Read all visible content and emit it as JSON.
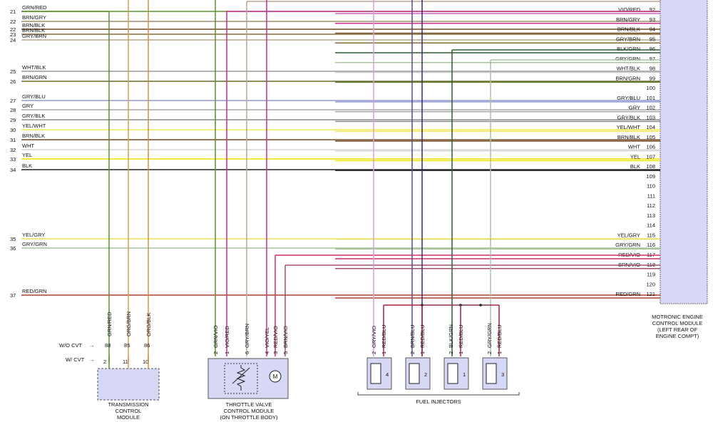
{
  "left_rows": [
    {
      "pin": "21",
      "label": "GRN/RED",
      "color": "#5f8f2f"
    },
    {
      "pin": "22",
      "label": "BRN/GRY",
      "color": "#a08b6b"
    },
    {
      "pin": "22",
      "label": "BRN/BLK",
      "color": "#6f4a22"
    },
    {
      "pin": "23",
      "label": "BRN/BLK",
      "color": "#8a6a3a"
    },
    {
      "pin": "24",
      "label": "GRY/BRN",
      "color": "#b9a88f"
    },
    {
      "pin": "25",
      "label": "WHT/BLK",
      "color": "#999999"
    },
    {
      "pin": "26",
      "label": "BRN/GRN",
      "color": "#6d6a25"
    },
    {
      "pin": "27",
      "label": "GRY/BLU",
      "color": "#8f9acc"
    },
    {
      "pin": "28",
      "label": "GRY",
      "color": "#a8a8a8"
    },
    {
      "pin": "29",
      "label": "GRY/BLK",
      "color": "#8a8a8a"
    },
    {
      "pin": "30",
      "label": "YEL/WHT",
      "color": "#f2e85a"
    },
    {
      "pin": "31",
      "label": "BRN/BLK",
      "color": "#6f4a22"
    },
    {
      "pin": "32",
      "label": "WHT",
      "color": "#d6d6d6"
    },
    {
      "pin": "33",
      "label": "YEL",
      "color": "#f3e400"
    },
    {
      "pin": "34",
      "label": "BLK",
      "color": "#222222"
    },
    {
      "pin": "35",
      "label": "YEL/GRY",
      "color": "#e8df5a"
    },
    {
      "pin": "36",
      "label": "GRY/GRN",
      "color": "#a6c59a"
    },
    {
      "pin": "37",
      "label": "RED/GRN",
      "color": "#b04028"
    }
  ],
  "right_rows": [
    {
      "pin": "92",
      "label": "VIO/RED",
      "color": "#cc66cc"
    },
    {
      "pin": "93",
      "label": "BRN/GRY",
      "color": "#cc2f8f"
    },
    {
      "pin": "94",
      "label": "BRN/BLK",
      "color": "#7a5a2c"
    },
    {
      "pin": "95",
      "label": "GRY/BRN",
      "color": "#8a6a3a"
    },
    {
      "pin": "96",
      "label": "BLK/GRN",
      "color": "#2f5f2f"
    },
    {
      "pin": "97",
      "label": "GRY/GRN",
      "color": "#a6c59a"
    },
    {
      "pin": "98",
      "label": "WHT/BLK",
      "color": "#c8c8c8"
    },
    {
      "pin": "99",
      "label": "BRN/GRN",
      "color": "#5f7a2a"
    },
    {
      "pin": "100",
      "label": "",
      "color": ""
    },
    {
      "pin": "101",
      "label": "GRY/BLU",
      "color": "#8f9acc"
    },
    {
      "pin": "102",
      "label": "GRY",
      "color": "#a8a8a8"
    },
    {
      "pin": "103",
      "label": "GRY/BLK",
      "color": "#8a8a8a"
    },
    {
      "pin": "104",
      "label": "YEL/WHT",
      "color": "#f2e85a"
    },
    {
      "pin": "105",
      "label": "BRN/BLK",
      "color": "#6f4a22"
    },
    {
      "pin": "106",
      "label": "WHT",
      "color": "#d6d6d6"
    },
    {
      "pin": "107",
      "label": "YEL",
      "color": "#f3e400"
    },
    {
      "pin": "108",
      "label": "BLK",
      "color": "#222222"
    },
    {
      "pin": "109",
      "label": "",
      "color": ""
    },
    {
      "pin": "110",
      "label": "",
      "color": ""
    },
    {
      "pin": "111",
      "label": "",
      "color": ""
    },
    {
      "pin": "112",
      "label": "",
      "color": ""
    },
    {
      "pin": "113",
      "label": "",
      "color": ""
    },
    {
      "pin": "114",
      "label": "",
      "color": ""
    },
    {
      "pin": "115",
      "label": "YEL/GRY",
      "color": "#e8df5a"
    },
    {
      "pin": "116",
      "label": "GRY/GRN",
      "color": "#a6c59a"
    },
    {
      "pin": "117",
      "label": "RED/VIO",
      "color": "#cc2f6f"
    },
    {
      "pin": "118",
      "label": "BRN/VIO",
      "color": "#a0506a"
    },
    {
      "pin": "119",
      "label": "",
      "color": ""
    },
    {
      "pin": "120",
      "label": "",
      "color": ""
    },
    {
      "pin": "121",
      "label": "RED/GRN",
      "color": "#b04028"
    }
  ],
  "ecm_label": [
    "MOTRONIC ENGINE",
    "CONTROL MODULE",
    "(LEFT REAR OF",
    "ENGINE COMPT)"
  ],
  "tcm": {
    "title": [
      "TRANSMISSION",
      "CONTROL",
      "MODULE"
    ],
    "wo_cvt": "W/O CVT",
    "w_cvt": "W/ CVT",
    "wires": [
      {
        "label": "GRN/RED",
        "pin_top": "88",
        "pin": "2",
        "color": "#5f8f2f"
      },
      {
        "label": "ORG/BRN",
        "pin_top": "85",
        "pin": "11",
        "color": "#d89a55"
      },
      {
        "label": "ORG/BLK",
        "pin_top": "86",
        "pin": "10",
        "color": "#e38a3a"
      }
    ]
  },
  "throttle": {
    "title": [
      "THROTTLE VALVE",
      "CONTROL MODULE",
      "(ON THROTTLE BODY)"
    ],
    "motor_symbol": "M",
    "wires": [
      {
        "label": "GRN/VIO",
        "pin": "2",
        "color": "#5f8f2f"
      },
      {
        "label": "VIO/RED",
        "pin": "1",
        "color": "#cc2f8f"
      },
      {
        "label": "GRY/BRN",
        "pin": "6",
        "color": "#b9a88f"
      },
      {
        "label": "VIO/YEL",
        "pin": "4",
        "color": "#cc2f8f"
      },
      {
        "label": "RED/VIO",
        "pin": "3",
        "color": "#cc2f6f"
      },
      {
        "label": "BRN/VIO",
        "pin": "5",
        "color": "#a0506a"
      }
    ]
  },
  "injectors": {
    "title": "FUEL INJECTORS",
    "items": [
      {
        "num": "4",
        "w1": "GRY/VIO",
        "p1": "2",
        "w2": "RED/BLU",
        "p2": "1",
        "c1": "#d9a0d9"
      },
      {
        "num": "2",
        "w1": "BRN/BLU",
        "p1": "2",
        "w2": "RED/BLU",
        "p2": "1",
        "c1": "#5a4a8a"
      },
      {
        "num": "1",
        "w1": "BLK/GRN",
        "p1": "2",
        "w2": "RED/BLU",
        "p2": "1",
        "c1": "#2f5f2f"
      },
      {
        "num": "3",
        "w1": "GRY/GRN",
        "p1": "2",
        "w2": "RED/BLU",
        "p2": "1",
        "c1": "#a6c59a"
      }
    ]
  },
  "colors": {
    "module_fill": "#d6d8f5",
    "module_stroke": "#555555",
    "red_blu": "#b02040"
  }
}
